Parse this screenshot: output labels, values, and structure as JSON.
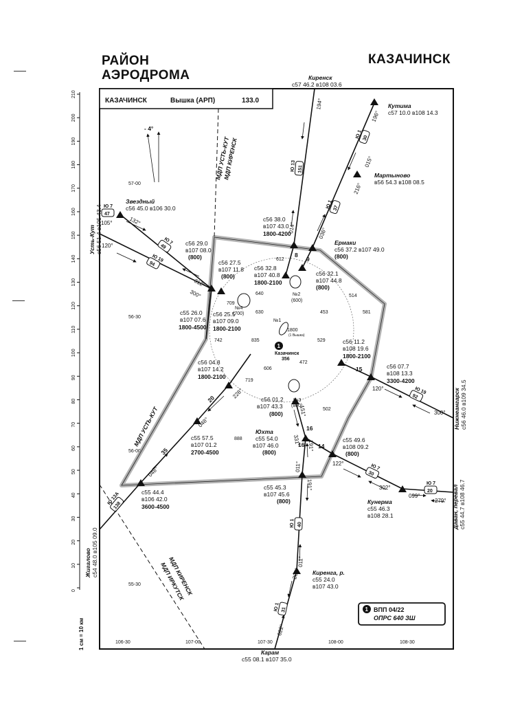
{
  "header": {
    "title_left_line1": "РАЙОН",
    "title_left_line2": "АЭРОДРОМА",
    "title_right": "КАЗАЧИНСК"
  },
  "infobox": {
    "name": "КАЗАЧИНСК",
    "service": "Вышка (АРП)",
    "freq": "133.0"
  },
  "legend": {
    "marker": "1",
    "line1": "ВПП 04/22",
    "line2": "ОПРС   640 ЗШ"
  },
  "scale": {
    "label": "1 см = 10 км",
    "ticks": [
      "210",
      "200",
      "190",
      "180",
      "170",
      "160",
      "150",
      "140",
      "130",
      "120",
      "110",
      "100",
      "90",
      "80",
      "70",
      "60",
      "50",
      "40",
      "30",
      "20",
      "10",
      "0"
    ]
  },
  "grid": {
    "lat": [
      "57-00",
      "56-30",
      "56-00",
      "55-30"
    ],
    "lon": [
      "106-30",
      "107-00",
      "107-30",
      "108-00",
      "108-30"
    ]
  },
  "magvar": "- 4°",
  "airport": {
    "name": "Казачинск",
    "elev": "356",
    "rwy_len": "1800",
    "rwy_note": "(1 Вышка)"
  },
  "points": {
    "kirensk": {
      "name": "Киренск",
      "coord": "с57 46.2 в108 03.6"
    },
    "kutima": {
      "name": "Кутима",
      "coord": "с57 10.0 в108 14.3"
    },
    "martynovo": {
      "name": "Мартыново",
      "coord": "в56 54.3 в108 08.5"
    },
    "zvezdny": {
      "name": "Звездный",
      "coord": "с56 45.0 в106 30.0"
    },
    "ermaki": {
      "name": "Ермаки",
      "coord": "с56 37.2 в107 49.0",
      "alt": "(800)"
    },
    "yukhta": {
      "name": "Юхта",
      "coord1": "с55 54.0",
      "coord2": "в107 46.0",
      "alt": "(800)"
    },
    "kunerma": {
      "name": "Кунерма",
      "coord1": "с55 46.3",
      "coord2": "в108 28.1"
    },
    "kirenga": {
      "name": "Киренга, р.",
      "coord1": "с55 24.0",
      "coord2": "в107 43.0"
    },
    "karam": {
      "name": "Карам",
      "coord": "с55 08.1 в107 35.0"
    },
    "ust_kut": {
      "name": "Усть-Кут",
      "coord": "с56 51.4 в105 43.4"
    },
    "zhigalovo": {
      "name": "Жигалово",
      "coord": "с54 48.0 в105 09.0"
    },
    "nizhneangarsk": {
      "name": "Нижнеангарск",
      "coord": "с56 46.0 в109 34.5"
    },
    "davan": {
      "name": "Даван, перевал",
      "coord": "с55 44.7 в108 46.7"
    }
  },
  "wp": {
    "p1": {
      "c1": "с56 38.0",
      "c2": "в107 43.0",
      "alt": "1800-4200"
    },
    "p2": {
      "c1": "с56 29.0",
      "c2": "в107 08.0",
      "alt": "(800)"
    },
    "p3": {
      "c1": "с56 27.5",
      "c2": "в107 11.8",
      "alt": "(800)"
    },
    "p4": {
      "c1": "с56 32.8",
      "c2": "в107 40.8",
      "alt": "1800-2100"
    },
    "p5": {
      "c1": "с56 32.1",
      "c2": "в107 44.8",
      "alt": "(800)"
    },
    "p6": {
      "c1": "с55 26.0",
      "c2": "в107 07.6",
      "alt": "1800-4500"
    },
    "p7": {
      "c1": "с56 25.5",
      "c2": "в107 09.0",
      "alt": "1800-2100"
    },
    "p8": {
      "c1": "с56 11.2",
      "c2": "в108 19.6",
      "alt": "1800-2100"
    },
    "p9": {
      "c1": "с56 07.7",
      "c2": "в108 13.3",
      "alt": "3300-4200"
    },
    "p10": {
      "c1": "с56 04.8",
      "c2": "в107 14.2",
      "alt": "1800-2100"
    },
    "p11": {
      "c1": "с56 01.2",
      "c2": "в107 43.3",
      "alt": "(800)"
    },
    "p12": {
      "c1": "с55 57.5",
      "c2": "в107 01.2",
      "alt": "2700-4500"
    },
    "p13": {
      "c1": "с55 49.6",
      "c2": "в108 09.2",
      "alt": "(800)"
    },
    "p14": {
      "c1": "с55 44.4",
      "c2": "в106 42.0",
      "alt": "3600-4500"
    },
    "p15": {
      "c1": "с55 45.3",
      "c2": "в107 45.6",
      "alt": "(800)"
    }
  },
  "routes": {
    "r1": {
      "name": "Ю 13",
      "num": "151"
    },
    "r2": {
      "name": "Ю 1",
      "num": "30"
    },
    "r3": {
      "name": "Ю 1",
      "num": "37"
    },
    "r4": {
      "name": "Ю 7",
      "num": "47"
    },
    "r5": {
      "name": "Ю 7",
      "num": "49"
    },
    "r6": {
      "name": "Ю 19",
      "num": "94"
    },
    "r7": {
      "name": "Ю 19",
      "num": "92"
    },
    "r8": {
      "name": "Ю 7",
      "num": "30"
    },
    "r9": {
      "name": "Ю 7",
      "num": "20"
    },
    "r10": {
      "name": "Ю 13А",
      "num": "138"
    },
    "r11": {
      "name": "Ю 1",
      "num": "40"
    },
    "r12": {
      "name": "Ю 1",
      "num": "31"
    }
  },
  "tracks": [
    "194°",
    "196°",
    "014°",
    "015°",
    "216°",
    "036°",
    "132°",
    "105°",
    "312°",
    "120°",
    "300°",
    "228°",
    "048°",
    "120°",
    "300°",
    "151°",
    "331°",
    "191°",
    "011°",
    "122°",
    "302°",
    "099°",
    "279°",
    "191°",
    "011°",
    "202°",
    "022°",
    "048°"
  ],
  "dists": [
    "8",
    "9",
    "15",
    "20",
    "35",
    "14",
    "16",
    "16"
  ],
  "boundary": {
    "mdp1": "МДП УСТЬ-КУТ",
    "mdp2": "МДП КИРЕНСК",
    "mdp3": "МДП УСТЬ-КУТ",
    "mdp4": "МДП КИРЕНСК",
    "mdp5": "МДП ИРКУТСК"
  },
  "holds": {
    "h2": "№2",
    "h2a": "(600)",
    "h3": "№3",
    "h3a": "(800)",
    "h4": "№4",
    "h4a": "(700)",
    "h1": "№1"
  },
  "spot_heights": [
    "612",
    "640",
    "630",
    "709",
    "453",
    "514",
    "581",
    "529",
    "835",
    "742",
    "472",
    "606",
    "719",
    "502",
    "888"
  ]
}
